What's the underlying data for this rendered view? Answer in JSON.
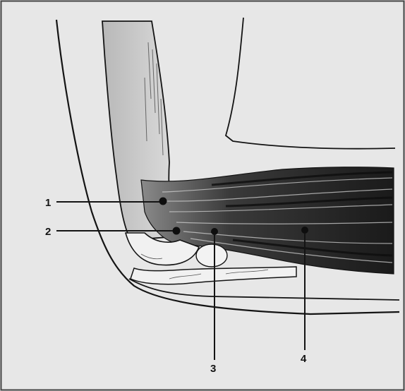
{
  "labels": {
    "l1": "1",
    "l2": "2",
    "l3": "3",
    "l4": "4"
  },
  "colors": {
    "paper": "#e7e7e7",
    "ink": "#141414",
    "muscle_dark": "#1e1e1e",
    "bone_fill": "#f1f1f1",
    "border": "#444444"
  }
}
